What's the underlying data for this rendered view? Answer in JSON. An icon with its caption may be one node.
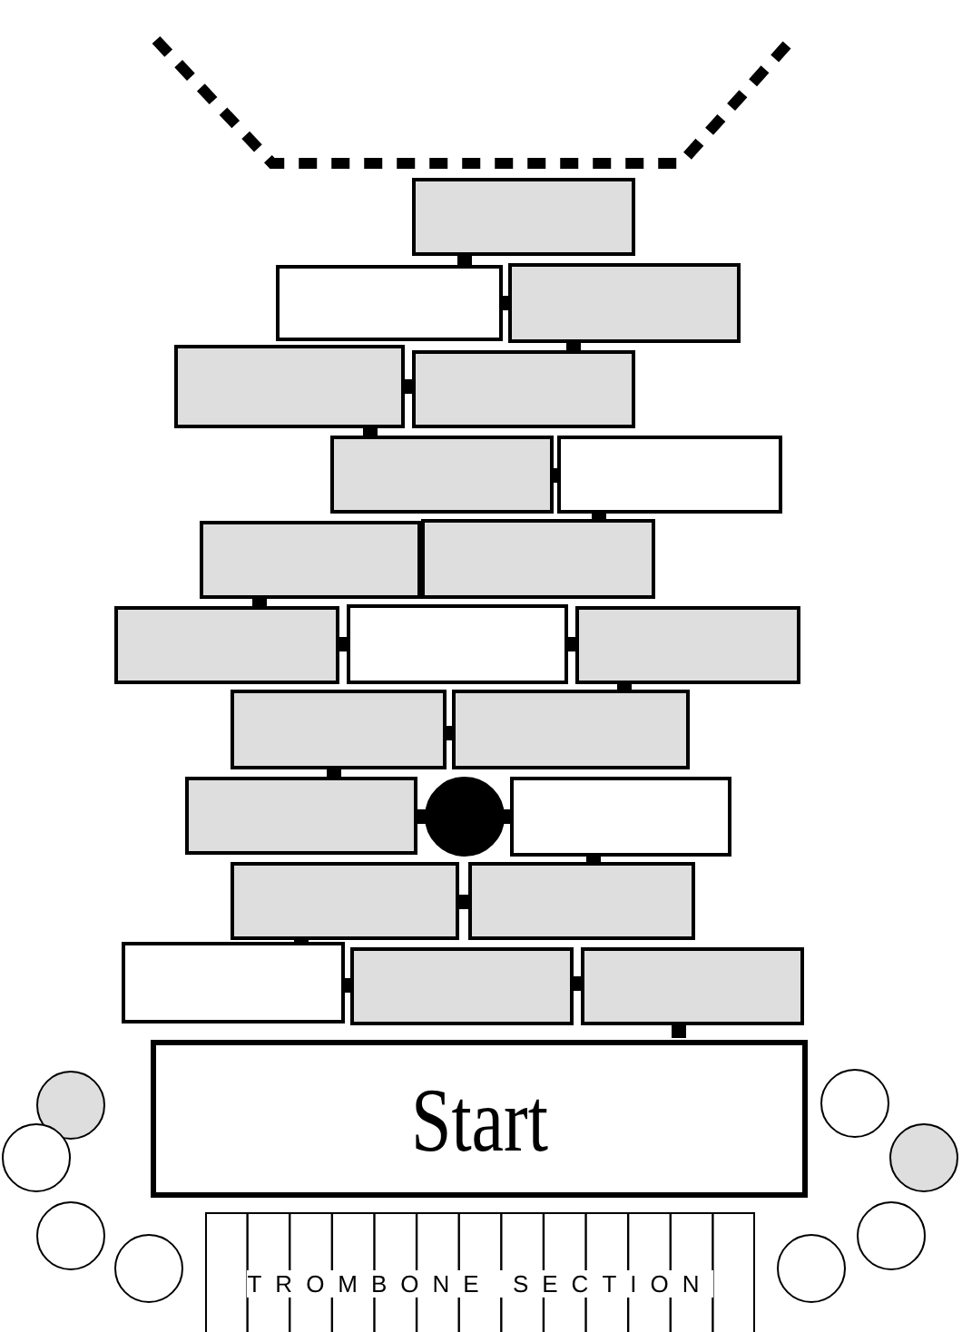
{
  "diagram": {
    "nodes": [
      {
        "text": [],
        "shape": "box"
      },
      {
        "text": [],
        "shape": "box"
      },
      {
        "text": [],
        "shape": "box"
      },
      {
        "text": [],
        "shape": "box"
      },
      {
        "text": [],
        "shape": "box"
      },
      {
        "text": [],
        "shape": "box"
      },
      {
        "text": [],
        "shape": "box"
      },
      {
        "text": [],
        "shape": "box"
      },
      {
        "text": [],
        "shape": "box"
      },
      {
        "text": [],
        "shape": "box"
      },
      {
        "text": [],
        "shape": "box"
      },
      {
        "text": [],
        "shape": "box"
      },
      {
        "text": [],
        "shape": "box"
      },
      {
        "text": [],
        "shape": "box"
      },
      {
        "text": [],
        "shape": "box"
      },
      {
        "text": [],
        "shape": "circle"
      },
      {
        "text": [],
        "shape": "box"
      },
      {
        "text": [],
        "shape": "box"
      },
      {
        "text": [],
        "shape": "box"
      },
      {
        "text": [],
        "shape": "box"
      },
      {
        "text": [],
        "shape": "box"
      },
      {
        "text": [],
        "shape": "box"
      },
      {
        "text": [],
        "shape": "circle"
      },
      {
        "text": [
          "Start"
        ]
      },
      {
        "text": [],
        "shape": "circle"
      },
      {
        "text": [],
        "shape": "circle"
      },
      {
        "text": [],
        "shape": "circle"
      },
      {
        "text": [],
        "shape": "circle"
      },
      {
        "text": [],
        "shape": "circle"
      },
      {
        "text": [],
        "shape": "circle"
      },
      {
        "text": [],
        "shape": "circle"
      },
      {
        "text": [
          "TROMBONE SECTION"
        ]
      }
    ]
  }
}
